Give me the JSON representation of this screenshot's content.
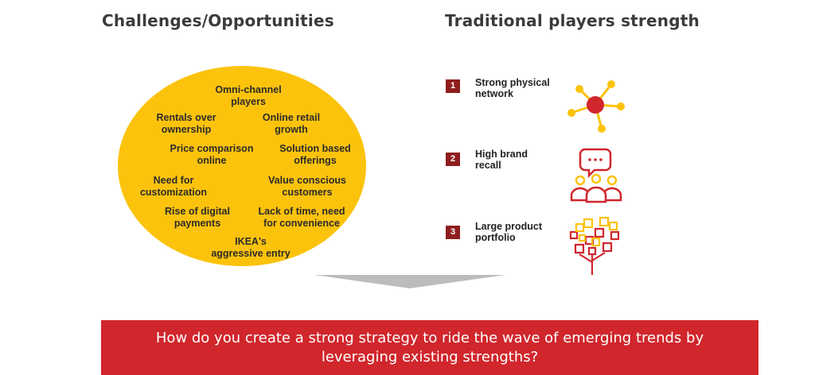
{
  "headings": {
    "left": "Challenges/Opportunities",
    "right": "Traditional players strength"
  },
  "trends": [
    "Omni-channel\nplayers",
    "Rentals over\nownership",
    "Online retail\ngrowth",
    "Price comparison\nonline",
    "Solution based\nofferings",
    "Need for\ncustomization",
    "Value conscious\ncustomers",
    "Rise of digital\npayments",
    "Lack of time, need\nfor convenience",
    "IKEA's\naggressive entry"
  ],
  "strengths": [
    {
      "number": "1",
      "label": "Strong physical\nnetwork",
      "icon": "network-nodes-icon"
    },
    {
      "number": "2",
      "label": "High brand\nrecall",
      "icon": "people-chat-icon"
    },
    {
      "number": "3",
      "label": "Large product\nportfolio",
      "icon": "product-tree-icon"
    }
  ],
  "banner": "How do you create a strong strategy to ride the wave of emerging trends by\nleveraging existing strengths?",
  "colors": {
    "ellipse": "#fcc30c",
    "badge": "#8f1d1d",
    "banner": "#d0262c",
    "icon_red": "#d0262c",
    "icon_yellow": "#fcc30c",
    "heading": "#3b3b3b"
  }
}
